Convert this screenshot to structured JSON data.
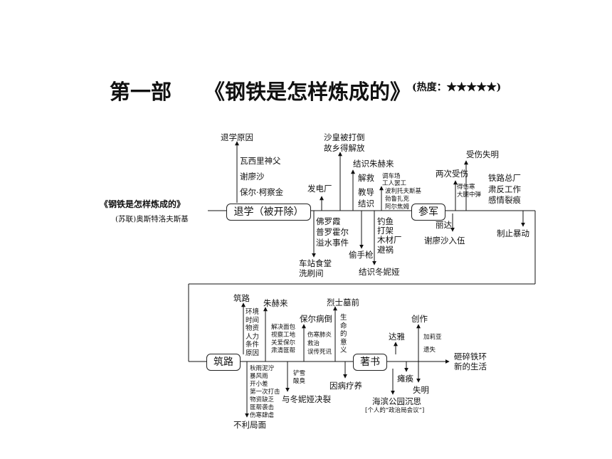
{
  "header": {
    "part": "第一部",
    "book_title": "《钢铁是怎样炼成的》",
    "hot_label": "(热度：★★★★★)"
  },
  "book": {
    "title": "《钢铁是怎样炼成的》",
    "author": "(苏联)奥斯特洛夫斯基"
  },
  "stages": {
    "s1": "退学（被开除）",
    "s2": "参军",
    "s3": "筑路",
    "s4": "著书"
  },
  "top1": {
    "reason": "退学原因",
    "reason_items": [
      "瓦西里神父",
      "谢廖沙",
      "保尔·柯察金"
    ],
    "power_plant": "发电厂",
    "tsar": [
      "沙皇被打倒",
      "故乡得解放"
    ],
    "station": [
      "车站食堂",
      "洗刷间"
    ],
    "people": [
      "佛罗霞",
      "普罗霍尔",
      "溢水事件"
    ],
    "zhuhelai": "结识朱赫来",
    "teach": [
      "解救",
      "教导",
      "结识"
    ],
    "small_notes": [
      "调车场",
      "工人罢工",
      "波利托夫斯基",
      "勃鲁扎克",
      "阿尔焦姆"
    ],
    "gun": "偷手枪",
    "fish": [
      "钓鱼",
      "打架",
      "木材厂",
      "避祸"
    ],
    "tonia": "结识冬妮娅"
  },
  "top2": {
    "injury": "受伤失明",
    "two_injuries": "两次受伤",
    "injury_note": [
      "得伤寒",
      "大腿中弹"
    ],
    "railway": [
      "铁路总厂",
      "肃反工作",
      "感情裂痕"
    ],
    "lida": "丽达",
    "sergey_join": "谢廖沙入伍",
    "stop_riot": "制止暴动"
  },
  "bottom1": {
    "road": "筑路",
    "road_items": "环境时间物资人力条件原因",
    "zhuhelai": "朱赫来",
    "zhu_notes": [
      "解决面包",
      "视察工地",
      "关爱保尔",
      "肃清匪帮"
    ],
    "typhus": "保尔病倒",
    "typhus_notes": [
      "伤寒肺炎",
      "救治",
      "误传死讯"
    ],
    "martyrs": "烈士墓前",
    "life_meaning": "生命的意义",
    "hardships": [
      "秋雨泥泞",
      "暴风雨",
      "开小差",
      "第一次打击",
      "物资缺乏",
      "匪帮袭击",
      "伤寒肆虐"
    ],
    "bad": "不利局面",
    "snow": [
      "铲雪",
      "酸臭"
    ],
    "break_tonia": "与冬妮娅决裂",
    "retire": "因病疗养"
  },
  "bottom2": {
    "daya": "达雅",
    "create": "创作",
    "create_notes": [
      "加莉亚",
      "遗失"
    ],
    "paralysis": "瘫痪",
    "blind": "失明",
    "seaside": "海滨公园沉思",
    "meeting": "[个人的“政治局会议”]",
    "final": [
      "砸碎铁环",
      "新的生活"
    ]
  }
}
